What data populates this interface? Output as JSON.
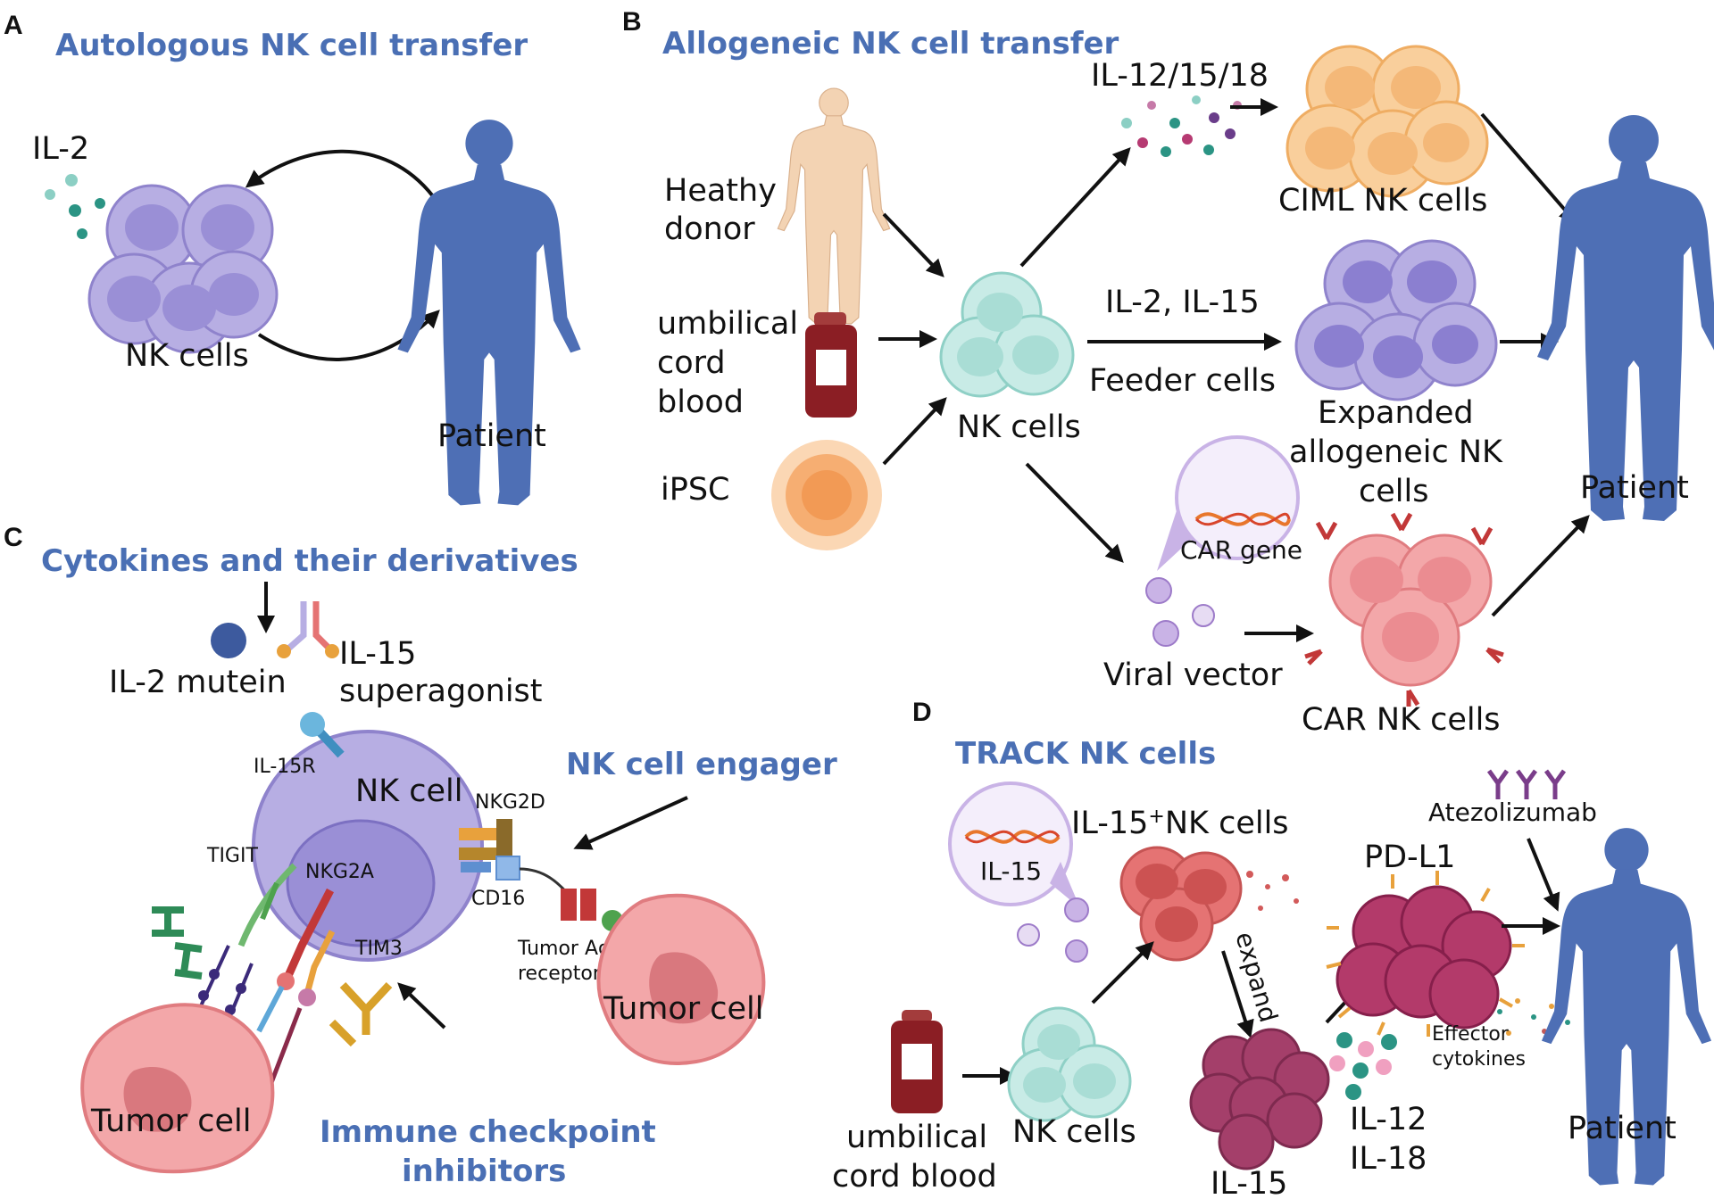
{
  "panels": {
    "a": {
      "letter": "A",
      "heading": "Autologous NK cell transfer",
      "cytokine": "IL-2",
      "cells": "NK cells",
      "patient": "Patient"
    },
    "b": {
      "letter": "B",
      "heading": "Allogeneic NK cell transfer",
      "source_donor": [
        "Heathy",
        "donor"
      ],
      "source_cord": [
        "umbilical",
        "cord",
        "blood"
      ],
      "source_ipsc": "iPSC",
      "nk_cells": "NK cells",
      "ciml_cytokines": "IL-12/15/18",
      "ciml_cells": "CIML NK cells",
      "expanded_cytokines": "IL-2, IL-15",
      "feeder": "Feeder cells",
      "expanded_cells": [
        "Expanded",
        "allogeneic NK",
        "cells"
      ],
      "car_gene": "CAR gene",
      "viral_vector": "Viral vector",
      "car_cells": "CAR NK cells",
      "patient": "Patient"
    },
    "c": {
      "letter": "C",
      "heading": "Cytokines and their derivatives",
      "il2_mutein": "IL-2 mutein",
      "il15_super": [
        "IL-15",
        "superagonist"
      ],
      "nk_cell": "NK cell",
      "il15r": "IL-15R",
      "tigit": "TIGIT",
      "nkg2a": "NKG2A",
      "tim3": "TIM3",
      "nkg2d": "NKG2D",
      "cd16": "CD16",
      "tumor_ag": [
        "Tumor Ag",
        "receptor"
      ],
      "tumor_left": "Tumor cell",
      "tumor_right": "Tumor cell",
      "engager": "NK cell engager",
      "checkpoint": [
        "Immune checkpoint",
        "inhibitors"
      ]
    },
    "d": {
      "letter": "D",
      "heading": "TRACK NK cells",
      "il15_vector": "IL-15",
      "il15_nk_prefix": "IL-15",
      "il15_nk_sup": "+",
      "il15_nk_suffix": "NK cells",
      "expand": "expand",
      "il15_expanded": "IL-15",
      "il12": "IL-12",
      "il18": "IL-18",
      "pdl1": "PD-L1",
      "atezolizumab": "Atezolizumab",
      "effector": [
        "Effector",
        "cytokines"
      ],
      "cord_blood": [
        "umbilical",
        "cord blood"
      ],
      "nk_cells": "NK cells",
      "patient": "Patient"
    }
  },
  "colors": {
    "heading": "#4a6fb4",
    "patient": "#4e6fb5",
    "nk_purple": "#b7aee3",
    "nk_teal": "#c8ebe6",
    "ciml_orange": "#f9cf9c",
    "car_pink": "#f3a7a9",
    "tumor": "#ef9a9a",
    "il15_red": "#e57373",
    "pdl1_maroon": "#b33a6a"
  }
}
